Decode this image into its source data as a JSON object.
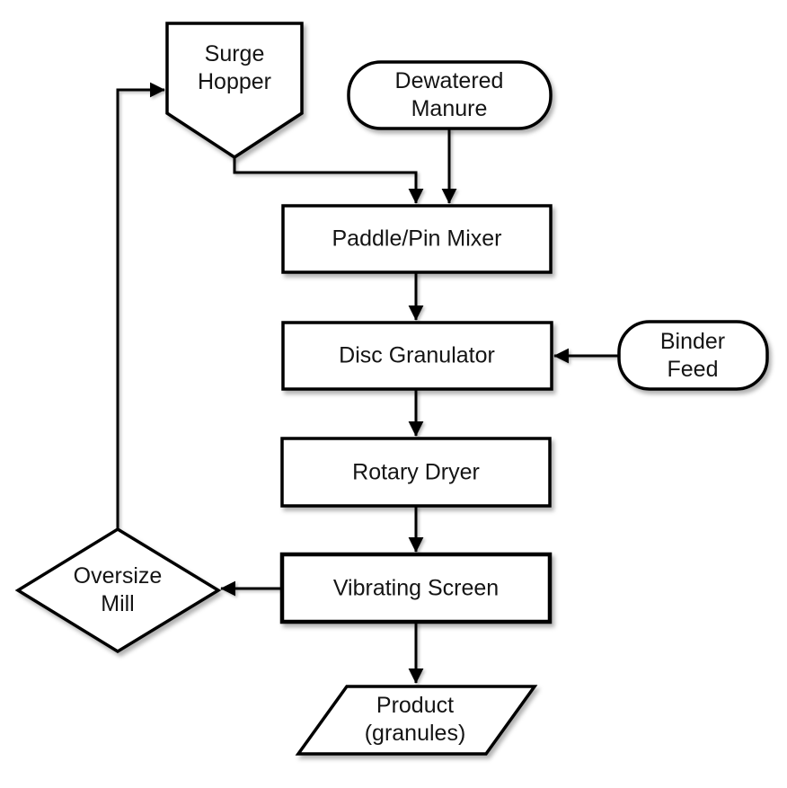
{
  "colors": {
    "background": "#ffffff",
    "node_fill": "#ffffff",
    "line": "#000000",
    "text": "#141414"
  },
  "nodes": {
    "surge_hopper": {
      "label": "Surge\nHopper",
      "shape": "hopper"
    },
    "dewatered_manure": {
      "label": "Dewatered\nManure",
      "shape": "stadium"
    },
    "paddle_pin_mixer": {
      "label": "Paddle/Pin Mixer",
      "shape": "rectangle"
    },
    "disc_granulator": {
      "label": "Disc Granulator",
      "shape": "rectangle"
    },
    "binder_feed": {
      "label": "Binder\nFeed",
      "shape": "stadium"
    },
    "rotary_dryer": {
      "label": "Rotary Dryer",
      "shape": "rectangle"
    },
    "vibrating_screen": {
      "label": "Vibrating Screen",
      "shape": "rectangle"
    },
    "oversize_mill": {
      "label": "Oversize\nMill",
      "shape": "diamond"
    },
    "product": {
      "label": "Product\n(granules)",
      "shape": "parallelogram"
    }
  },
  "edges": [
    {
      "from": "surge_hopper",
      "to": "paddle_pin_mixer"
    },
    {
      "from": "dewatered_manure",
      "to": "paddle_pin_mixer"
    },
    {
      "from": "paddle_pin_mixer",
      "to": "disc_granulator"
    },
    {
      "from": "binder_feed",
      "to": "disc_granulator"
    },
    {
      "from": "disc_granulator",
      "to": "rotary_dryer"
    },
    {
      "from": "rotary_dryer",
      "to": "vibrating_screen"
    },
    {
      "from": "vibrating_screen",
      "to": "oversize_mill"
    },
    {
      "from": "vibrating_screen",
      "to": "product"
    },
    {
      "from": "oversize_mill",
      "to": "surge_hopper"
    }
  ]
}
